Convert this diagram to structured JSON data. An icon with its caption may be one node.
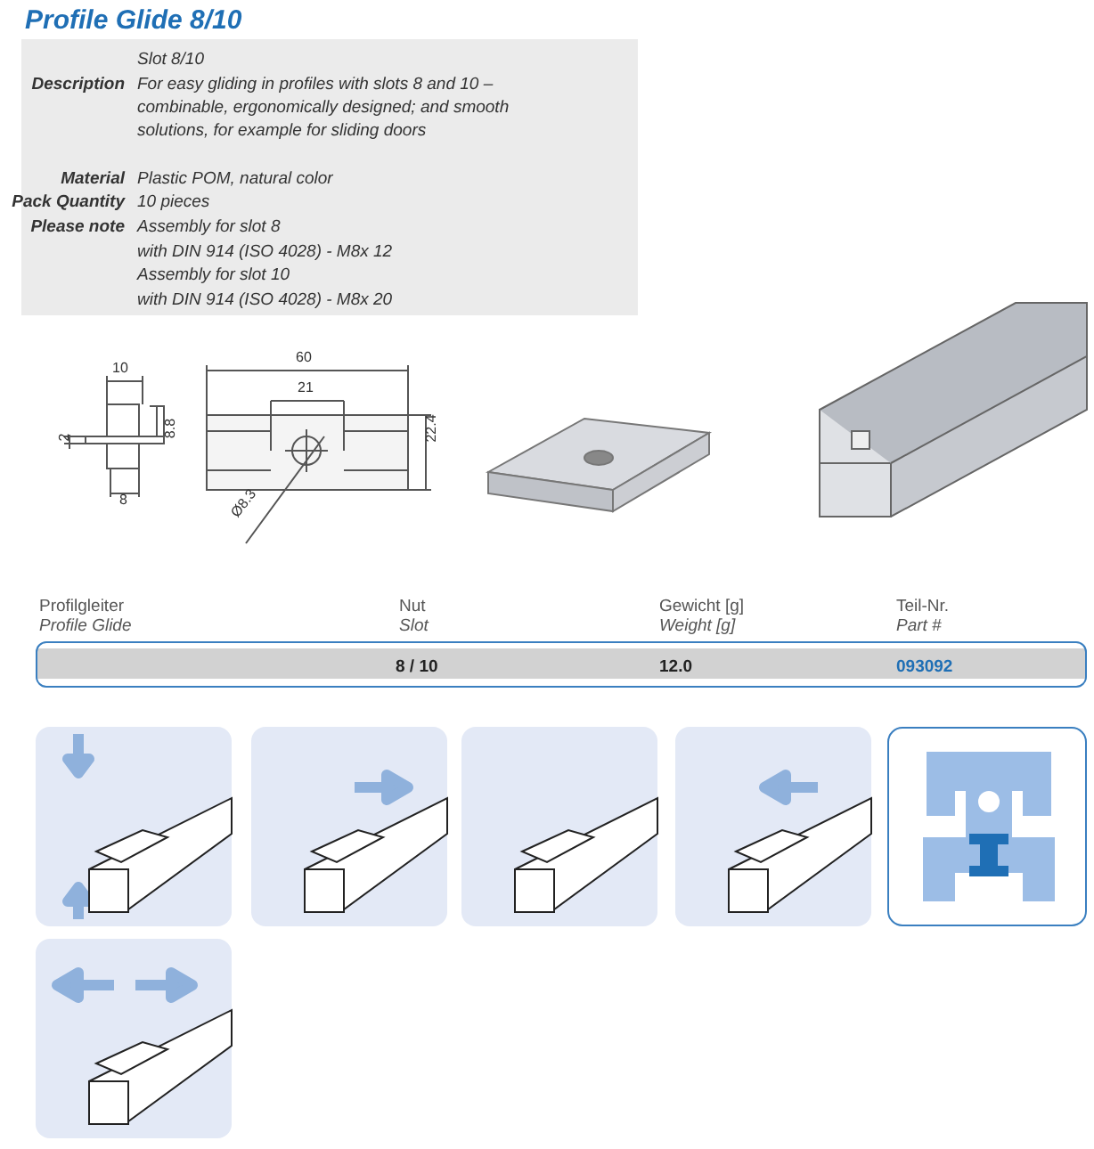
{
  "diagram": {
    "title": "Profile Glide 8/10",
    "labels": [
      "Slot 8/10",
      "Description",
      "For easy gliding in profiles with slots 8 and 10 – combinable, ergonomically designed; and smooth solutions, for example for sliding doors",
      "Material",
      "Plastic POM, natural color",
      "Pack Quantity",
      "10 pieces",
      "Please note",
      "Assembly for slot 8",
      "with DIN 914 (ISO 4028) - M8x 12",
      "Assembly for slot 10",
      "with DIN 914 (ISO 4028) - M8x 20",
      "10",
      "2",
      "8.8",
      "8",
      "60",
      "21",
      "22.4",
      "Ø8.3",
      "Profilgleiter",
      "Nut",
      "Gewicht [g]",
      "Teil-Nr.",
      "Profile Glide",
      "Slot",
      "Weight [g]",
      "Part #",
      "8 / 10",
      "12.0",
      "093092"
    ]
  }
}
